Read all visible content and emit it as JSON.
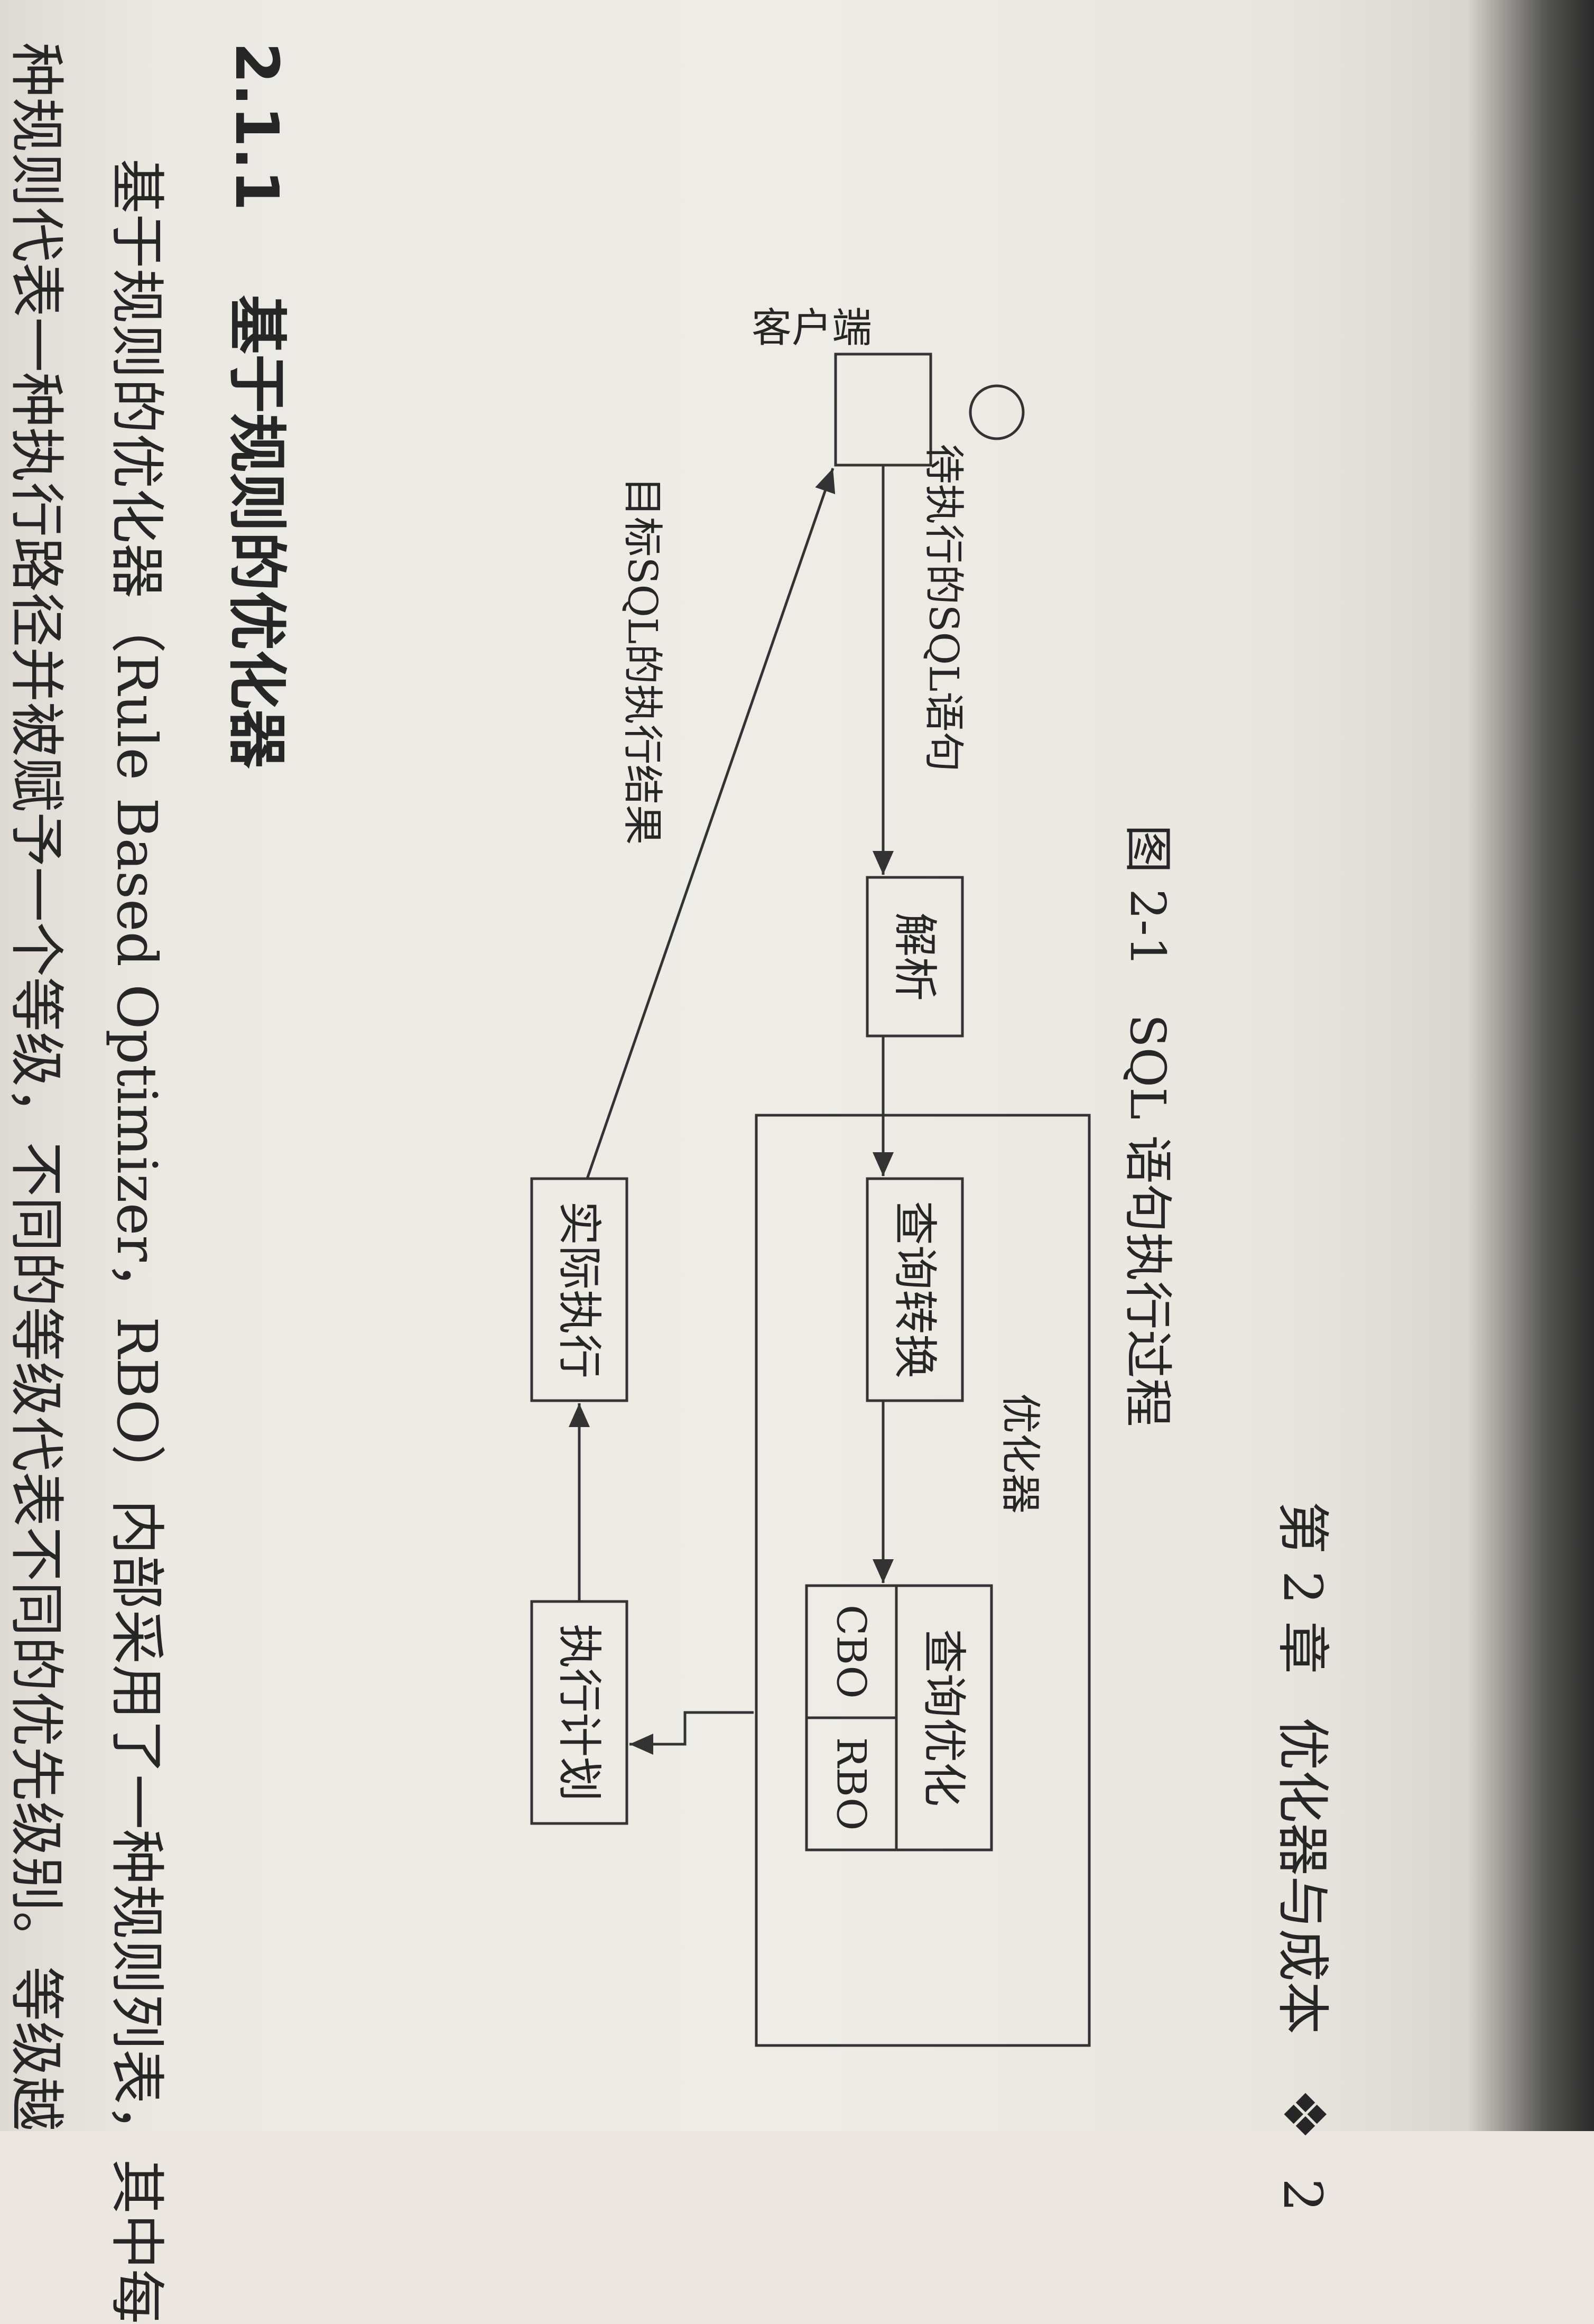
{
  "header": {
    "chapter": "第 2 章",
    "chapter_title": "优化器与成本",
    "ornament": "❖",
    "page_number": "2"
  },
  "diagram": {
    "client_label": "客户端",
    "sql_input_label": "待执行的SQL语句",
    "result_label": "目标SQL的执行结果",
    "parse_label": "解析",
    "optimizer_label": "优化器",
    "query_transform_label": "查询转换",
    "query_optimize_label": "查询优化",
    "cbo_label": "CBO",
    "rbo_label": "RBO",
    "exec_plan_label": "执行计划",
    "actual_exec_label": "实际执行"
  },
  "caption": {
    "figure_number": "图 2-1",
    "figure_title": "SQL 语句执行过程"
  },
  "section": {
    "number": "2.1.1",
    "title": "基于规则的优化器"
  },
  "body": {
    "line1": "基于规则的优化器（Rule Based Optimizer，RBO）内部采用了一种规则列表，其中每",
    "line2": "种规则代表一种执行路径并被赋予一个等级，不同的等级代表不同的优先级别。等级越"
  }
}
